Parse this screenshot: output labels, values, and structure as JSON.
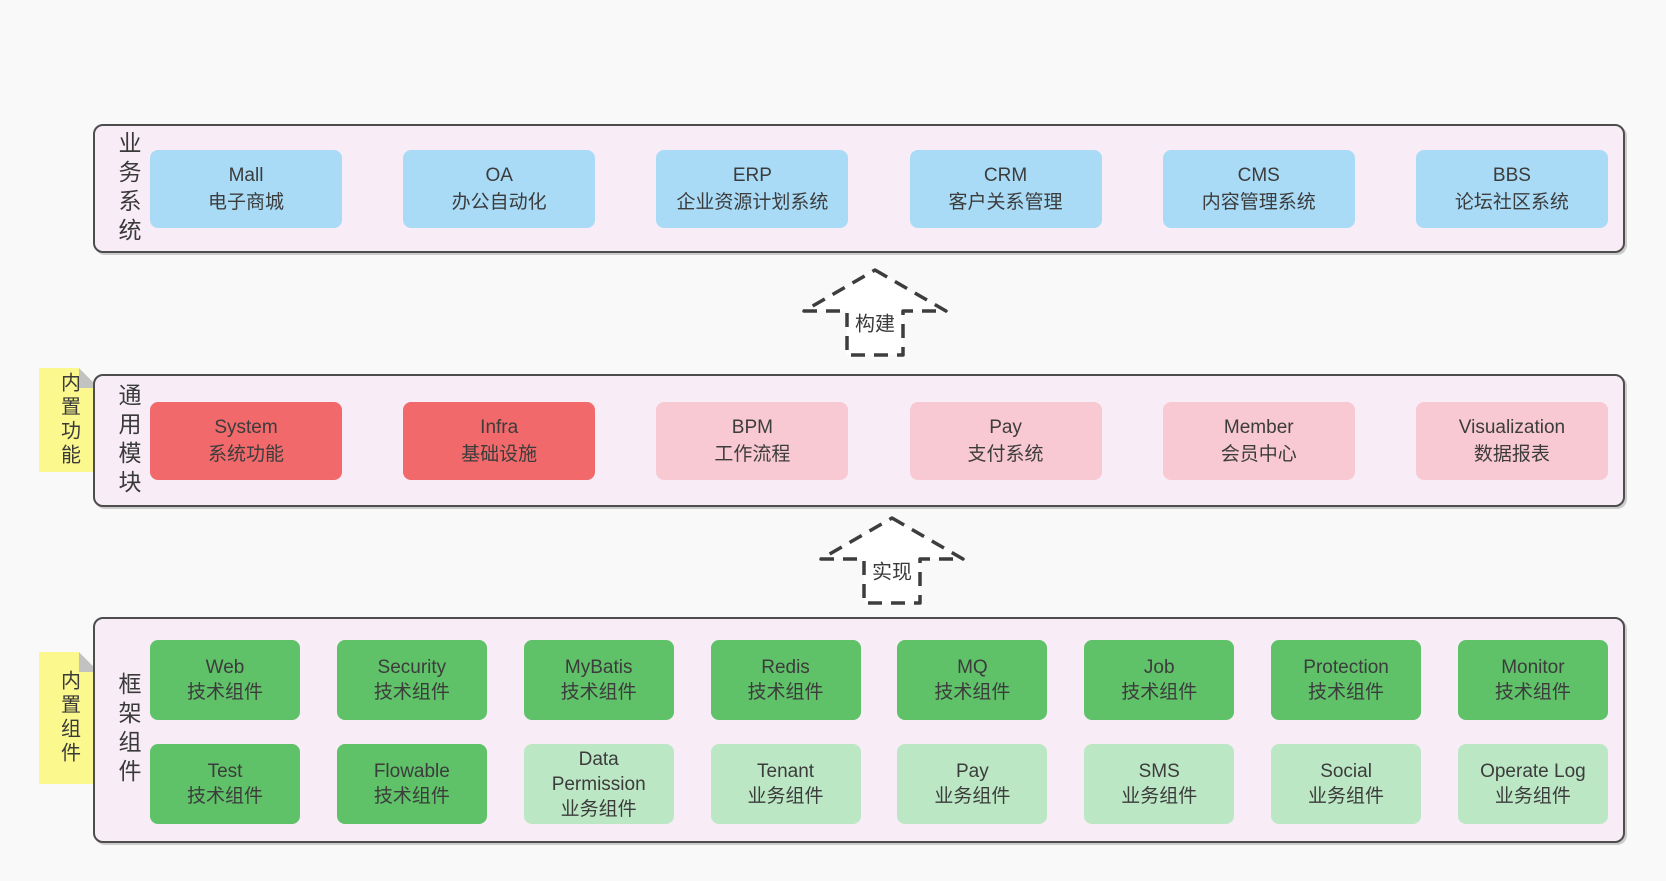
{
  "colors": {
    "page_bg": "#f9f9f9",
    "panel_bg": "#f8edf7",
    "panel_border": "#4d4d4d",
    "blue_box": "#a9dbf7",
    "red_box": "#f1696b",
    "pink_box": "#f8c9d2",
    "green_box": "#5fc168",
    "light_green_box": "#bce7c4",
    "sticky_yellow": "#fbf88e",
    "text": "#3c3c3c"
  },
  "panels": {
    "business": {
      "label": "业务系统",
      "boxes": [
        {
          "name": "Mall",
          "desc": "电子商城"
        },
        {
          "name": "OA",
          "desc": "办公自动化"
        },
        {
          "name": "ERP",
          "desc": "企业资源计划系统"
        },
        {
          "name": "CRM",
          "desc": "客户关系管理"
        },
        {
          "name": "CMS",
          "desc": "内容管理系统"
        },
        {
          "name": "BBS",
          "desc": "论坛社区系统"
        }
      ]
    },
    "modules": {
      "label": "通用模块",
      "sticky": "内置功能",
      "boxes": [
        {
          "name": "System",
          "desc": "系统功能"
        },
        {
          "name": "Infra",
          "desc": "基础设施"
        },
        {
          "name": "BPM",
          "desc": "工作流程"
        },
        {
          "name": "Pay",
          "desc": "支付系统"
        },
        {
          "name": "Member",
          "desc": "会员中心"
        },
        {
          "name": "Visualization",
          "desc": "数据报表"
        }
      ]
    },
    "framework": {
      "label": "框架组件",
      "sticky": "内置组件",
      "rows": [
        [
          {
            "name": "Web",
            "desc": "技术组件"
          },
          {
            "name": "Security",
            "desc": "技术组件"
          },
          {
            "name": "MyBatis",
            "desc": "技术组件"
          },
          {
            "name": "Redis",
            "desc": "技术组件"
          },
          {
            "name": "MQ",
            "desc": "技术组件"
          },
          {
            "name": "Job",
            "desc": "技术组件"
          },
          {
            "name": "Protection",
            "desc": "技术组件"
          },
          {
            "name": "Monitor",
            "desc": "技术组件"
          }
        ],
        [
          {
            "name": "Test",
            "desc": "技术组件"
          },
          {
            "name": "Flowable",
            "desc": "技术组件"
          },
          {
            "name": "Data Permission",
            "desc": "业务组件"
          },
          {
            "name": "Tenant",
            "desc": "业务组件"
          },
          {
            "name": "Pay",
            "desc": "业务组件"
          },
          {
            "name": "SMS",
            "desc": "业务组件"
          },
          {
            "name": "Social",
            "desc": "业务组件"
          },
          {
            "name": "Operate Log",
            "desc": "业务组件"
          }
        ]
      ]
    }
  },
  "arrows": [
    {
      "label": "构建"
    },
    {
      "label": "实现"
    }
  ]
}
